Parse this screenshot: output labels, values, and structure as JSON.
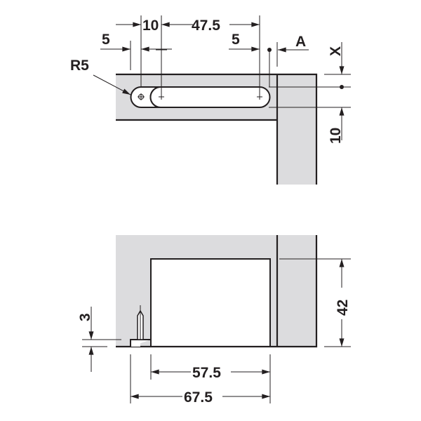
{
  "drawing": {
    "colors": {
      "panel": "#dcdcde",
      "line": "#231f20",
      "background": "#ffffff"
    },
    "top_view": {
      "labels": {
        "radius": "R5",
        "offset_left": "5",
        "slot_gap": "10",
        "slot_length": "47.5",
        "offset_right": "5",
        "edge_distance": "A",
        "depth_x": "X",
        "slot_width": "10"
      }
    },
    "front_view": {
      "labels": {
        "height": "42",
        "step": "3",
        "inner_width": "57.5",
        "outer_width": "67.5"
      }
    }
  }
}
